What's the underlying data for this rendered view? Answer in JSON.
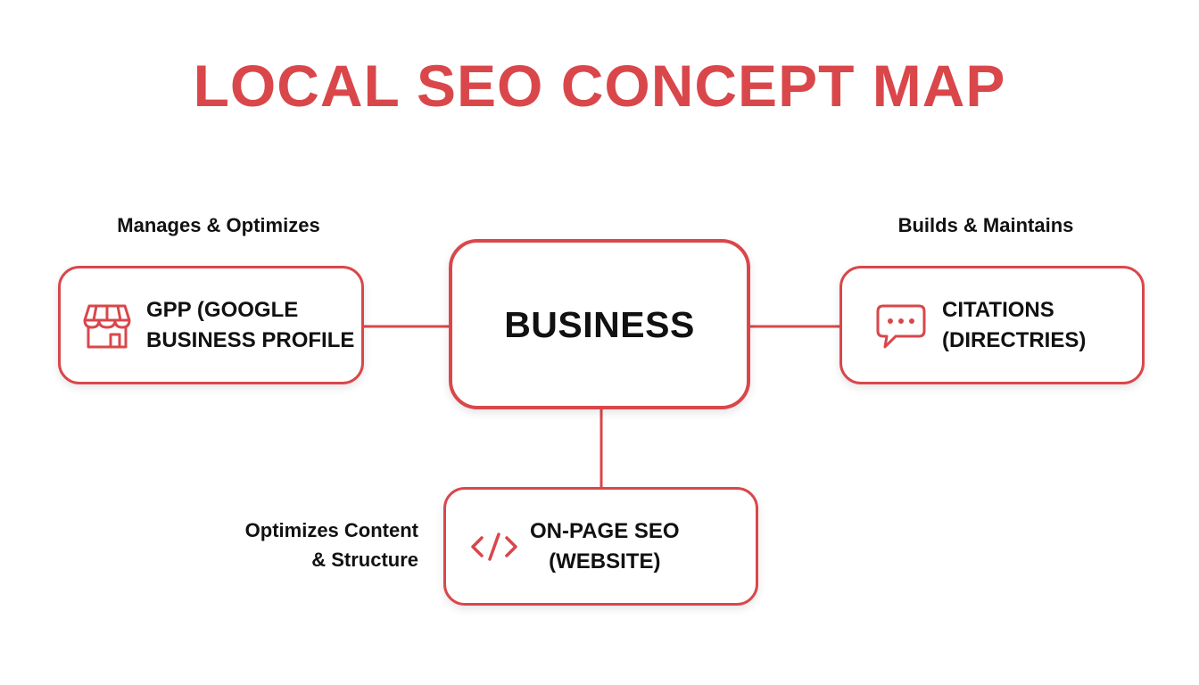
{
  "colors": {
    "accent": "#d9474b",
    "text": "#111111",
    "background": "#ffffff"
  },
  "title": "LOCAL SEO CONCEPT MAP",
  "center": {
    "label": "BUSINESS"
  },
  "nodes": {
    "gpp": {
      "icon": "storefront-icon",
      "line1": "GPP (GOOGLE",
      "line2": "BUSINESS PROFILE"
    },
    "citations": {
      "icon": "chat-bubble-icon",
      "line1": "CITATIONS",
      "line2": "(DIRECTRIES)"
    },
    "onpage": {
      "icon": "code-icon",
      "line1": "ON-PAGE SEO",
      "line2": "(WEBSITE)"
    }
  },
  "relationships": {
    "gpp": "Manages & Optimizes",
    "citations": "Builds & Maintains",
    "onpage_line1": "Optimizes Content",
    "onpage_line2": "& Structure"
  }
}
